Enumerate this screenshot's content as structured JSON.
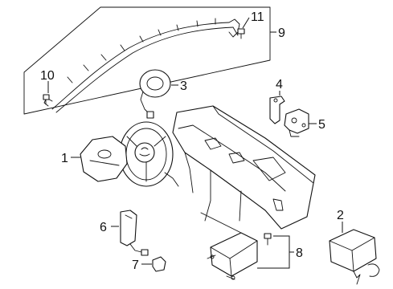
{
  "diagram": {
    "callouts": [
      {
        "id": "1",
        "text": "1"
      },
      {
        "id": "2",
        "text": "2"
      },
      {
        "id": "3",
        "text": "3"
      },
      {
        "id": "4",
        "text": "4"
      },
      {
        "id": "5",
        "text": "5"
      },
      {
        "id": "6",
        "text": "6"
      },
      {
        "id": "7",
        "text": "7"
      },
      {
        "id": "8",
        "text": "8"
      },
      {
        "id": "9",
        "text": "9"
      },
      {
        "id": "10",
        "text": "10"
      },
      {
        "id": "11",
        "text": "11"
      }
    ],
    "colors": {
      "line": "#111111",
      "background": "#ffffff"
    }
  }
}
